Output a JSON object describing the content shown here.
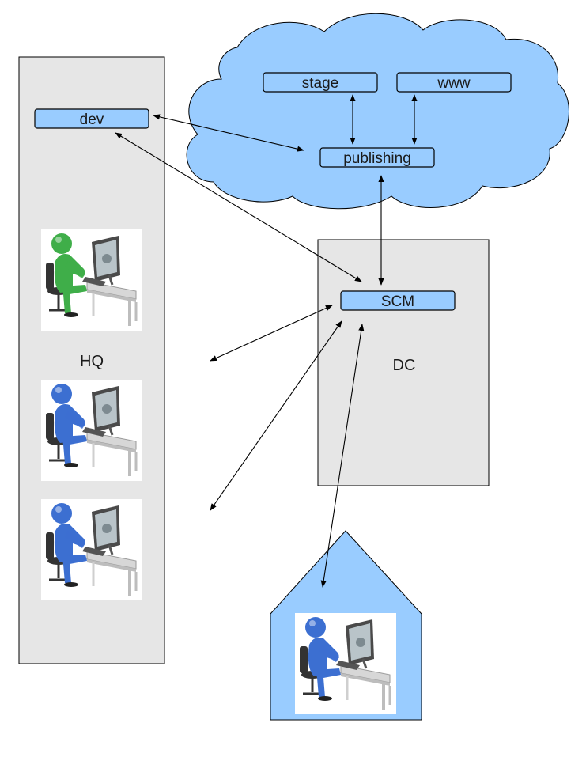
{
  "cloud": {
    "stage": "stage",
    "www": "www",
    "publishing": "publishing"
  },
  "hq": {
    "label": "HQ",
    "dev": "dev"
  },
  "dc": {
    "label": "DC",
    "scm": "SCM"
  },
  "colors": {
    "cloud_fill": "#99ccff",
    "box_fill": "#99ccff",
    "building_fill": "#e6e6e6",
    "user_green": "#3fae49",
    "user_blue": "#3c6fd1"
  },
  "icons": {
    "person": "user-at-computer-icon"
  }
}
